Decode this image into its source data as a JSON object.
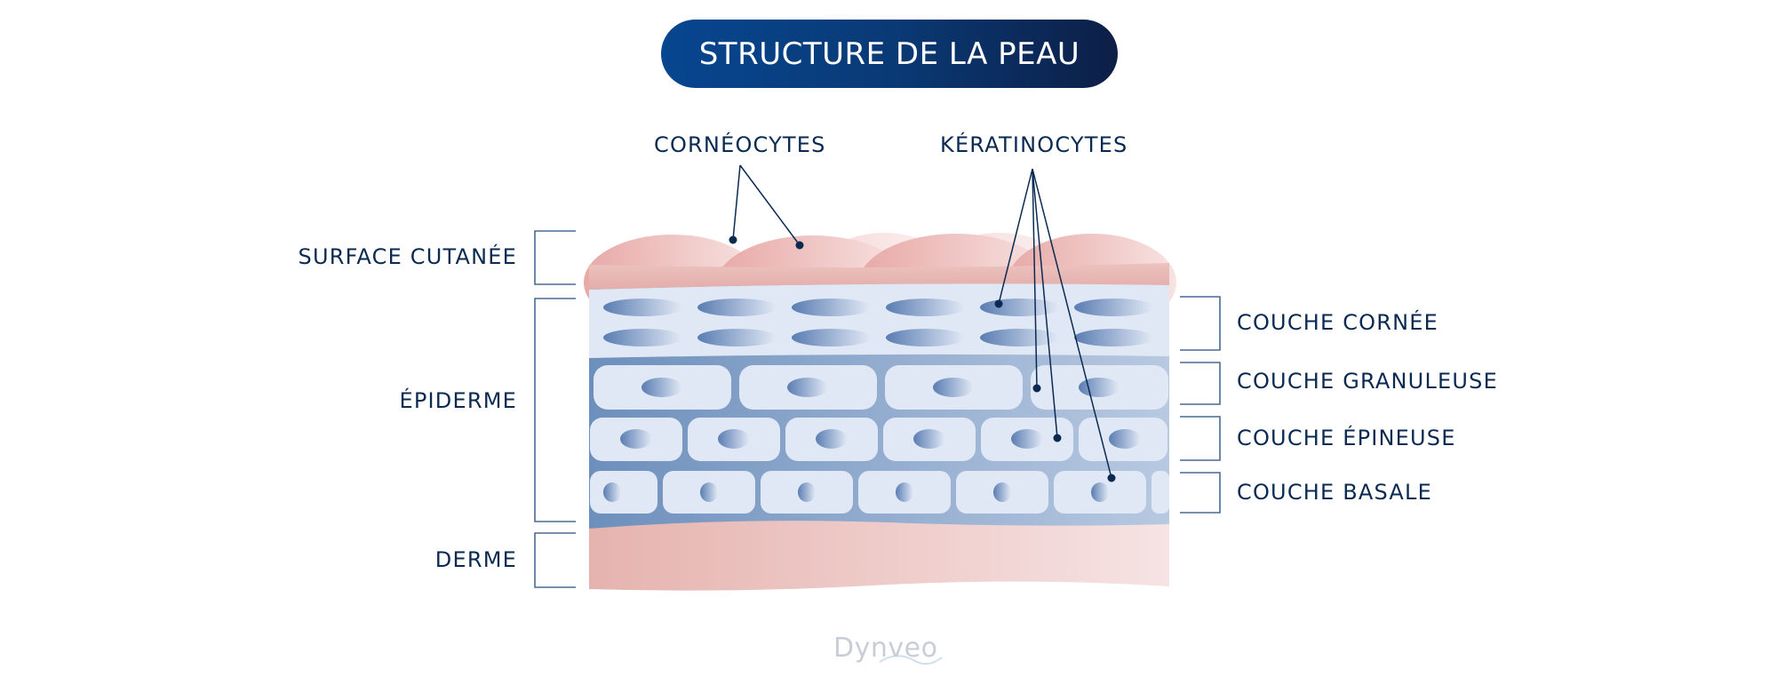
{
  "title": "STRUCTURE DE LA PEAU",
  "top_labels": {
    "corneocytes": "CORNÉOCYTES",
    "keratinocytes": "KÉRATINOCYTES"
  },
  "left_labels": {
    "surface": "SURFACE CUTANÉE",
    "epiderme": "ÉPIDERME",
    "derme": "DERME"
  },
  "right_labels": {
    "cornee": "COUCHE CORNÉE",
    "granuleuse": "COUCHE GRANULEUSE",
    "epineuse": "COUCHE ÉPINEUSE",
    "basale": "COUCHE BASALE"
  },
  "logo": "Dynveo",
  "colors": {
    "navy": "#0b2a52",
    "pink": "#e8b9b5",
    "pale_blue": "#dde5f4",
    "mid_blue": "#7d9ac0",
    "cell_blue": "#5d80b3"
  }
}
